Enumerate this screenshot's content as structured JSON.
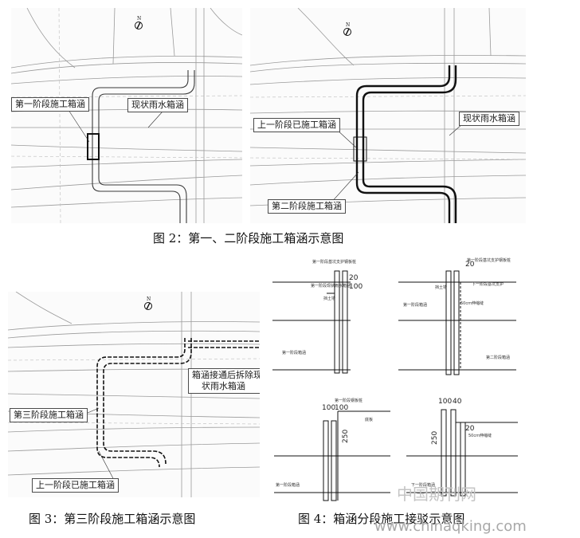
{
  "fig2": {
    "caption": "图 2：第一、二阶段施工箱涵示意图",
    "left_labels": {
      "first_stage": "第一阶段施工箱涵",
      "existing": "现状雨水箱涵"
    },
    "right_labels": {
      "prev_done": "上一阶段已施工箱涵",
      "existing": "现状雨水箱涵",
      "second_stage": "第二阶段施工箱涵"
    },
    "north": "N"
  },
  "fig3": {
    "caption": "图 3：第三阶段施工箱涵示意图",
    "labels": {
      "remove_line1": "箱涵接通后拆除现",
      "remove_line2": "状雨水箱涵",
      "third_stage": "第三阶段施工箱涵",
      "prev_done": "上一阶段已施工箱涵"
    },
    "north": "N"
  },
  "fig4": {
    "caption": "图 4：箱涵分段施工接驳示意图",
    "dims": {
      "a1": "20",
      "a2": "100",
      "b1": "20",
      "c1": "100",
      "c2": "100",
      "c3": "250",
      "d1": "100",
      "d2": "40",
      "d3": "20",
      "d4": "250"
    },
    "small_labels": {
      "s1": "第一阶段基坑支护钢板桩",
      "s2": "第一阶段现状雨水箱涵",
      "s3": "挡土墙",
      "s4": "第一阶段箱涵",
      "s5": "第一阶段基坑支护钢板桩",
      "s6": "挡土墙",
      "s7": "下一阶段基坑支护",
      "s8": "50cm伸缩缝",
      "s9": "第一阶段箱涵",
      "s10": "第二阶段箱涵",
      "s11": "第一阶段钢板桩",
      "s12": "底板",
      "s13": "第一阶段箱涵",
      "s14": "下一阶段箱涵",
      "s15": "50cm伸缩缝"
    }
  },
  "watermark": {
    "cn": "中国期刊网",
    "url": "www.chinaqking.com"
  }
}
